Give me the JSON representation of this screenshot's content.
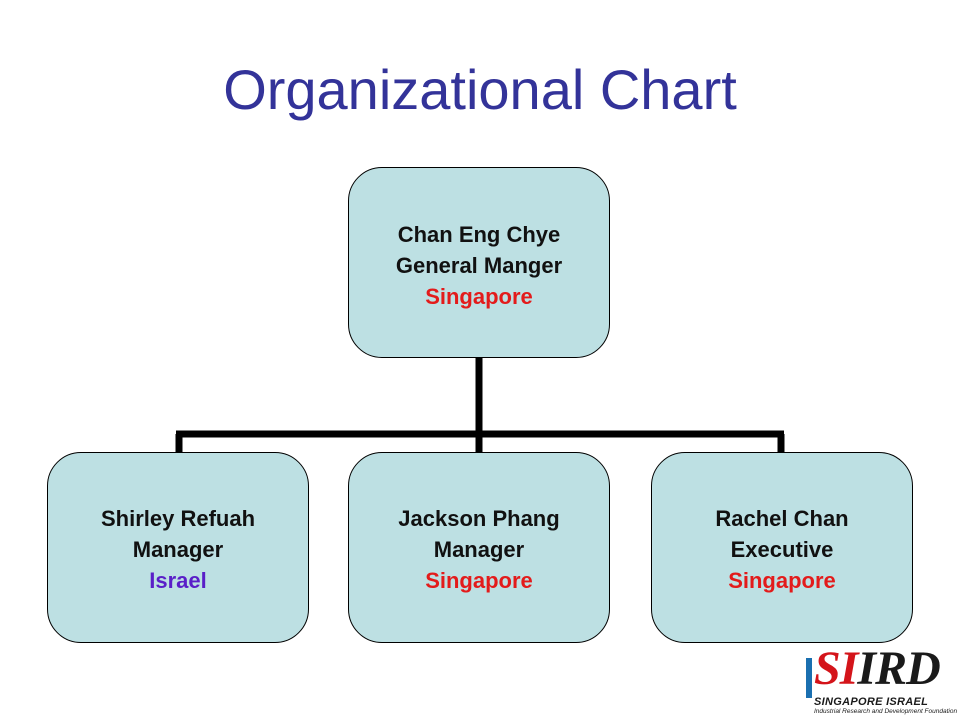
{
  "title": "Organizational Chart",
  "root": {
    "name": "Chan Eng Chye",
    "role": "General Manger",
    "location": "Singapore"
  },
  "children": [
    {
      "name": "Shirley Refuah",
      "role": "Manager",
      "location": "Israel"
    },
    {
      "name": "Jackson Phang",
      "role": "Manager",
      "location": "Singapore"
    },
    {
      "name": "Rachel Chan",
      "role": "Executive",
      "location": "Singapore"
    }
  ],
  "logo": {
    "mark": "SIIRD",
    "line1": "SINGAPORE ISRAEL",
    "line2": "Industrial Research and Development Foundation"
  },
  "colors": {
    "title": "#333399",
    "box_fill": "#bde0e3",
    "location_singapore": "#e31b1b",
    "location_israel": "#5a1fc8",
    "connector": "#000000"
  }
}
